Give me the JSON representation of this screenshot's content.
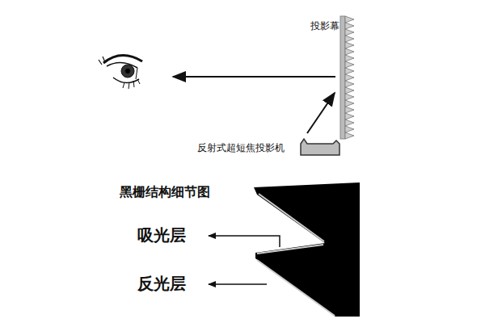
{
  "diagram": {
    "labels": [
      "投影幕",
      "反射式超短焦投影机",
      "黑栅结构细节图",
      "吸光层",
      "反光层"
    ]
  }
}
